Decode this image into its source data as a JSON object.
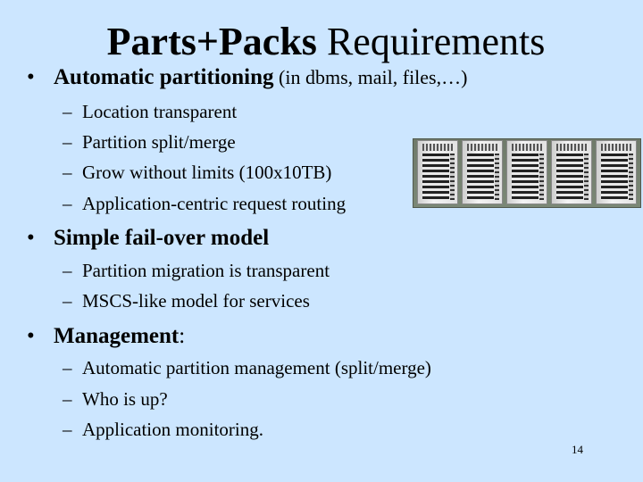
{
  "title": {
    "bold_part": "Parts+Packs",
    "rest": " Requirements"
  },
  "bullets": [
    {
      "marker": "•",
      "heading": "Automatic partitioning",
      "paren": " (in dbms, mail, files,…)",
      "items": [
        "Location transparent",
        "Partition split/merge",
        "Grow without limits (100x10TB)",
        "Application-centric request routing"
      ]
    },
    {
      "marker": "•",
      "heading": "Simple fail-over model",
      "items": [
        "Partition migration is transparent",
        "MSCS-like model for services"
      ]
    },
    {
      "marker": "•",
      "heading": "Management",
      "suffix": ":",
      "items": [
        "Automatic partition management (split/merge)",
        "Who is up?",
        "Application monitoring."
      ]
    }
  ],
  "dash": "–",
  "image": {
    "icon": "server-rack-image",
    "tower_count": 5
  },
  "page_number": "14",
  "colors": {
    "background": "#CCE6FF",
    "text": "#000000"
  }
}
